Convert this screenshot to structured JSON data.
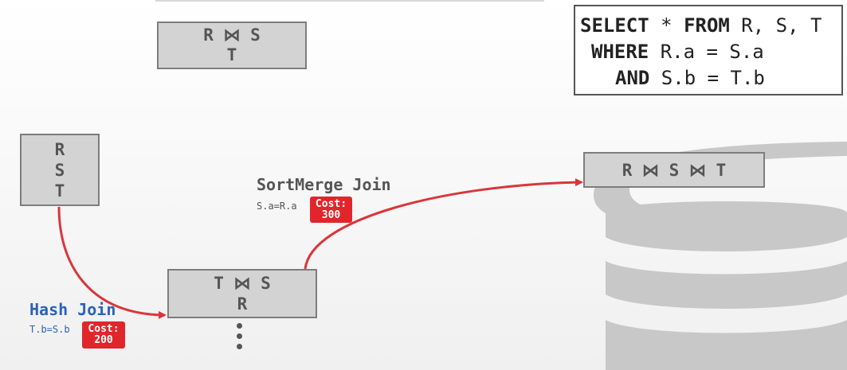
{
  "sql": {
    "line1": {
      "kw": "SELECT",
      "rest1": " * ",
      "kw2": "FROM",
      "rest2": " R, S, T"
    },
    "line2": {
      "kw": "WHERE",
      "rest": " R.a = S.a"
    },
    "line3": {
      "kw": "AND",
      "rest": " S.b = T.b"
    }
  },
  "nodes": {
    "rst": [
      "R",
      "S",
      "T"
    ],
    "rst_top": [
      "R ⋈ S",
      "T"
    ],
    "tsr": [
      "T ⋈ S",
      "R"
    ],
    "final": "R ⋈ S ⋈ T"
  },
  "joins": {
    "sortmerge": {
      "label": "SortMerge Join",
      "predicate": "S.a=R.a",
      "cost_label": "Cost:",
      "cost_value": "300"
    },
    "hash": {
      "label": "Hash Join",
      "predicate": "T.b=S.b",
      "cost_label": "Cost:",
      "cost_value": "200"
    }
  },
  "colors": {
    "arrow": "#d9363b",
    "hash_text": "#2a63b8",
    "cost_bg": "#e0262b",
    "node_fill": "#d3d3d3",
    "node_border": "#7d7d7d",
    "decoration": "#c8c8c8"
  }
}
